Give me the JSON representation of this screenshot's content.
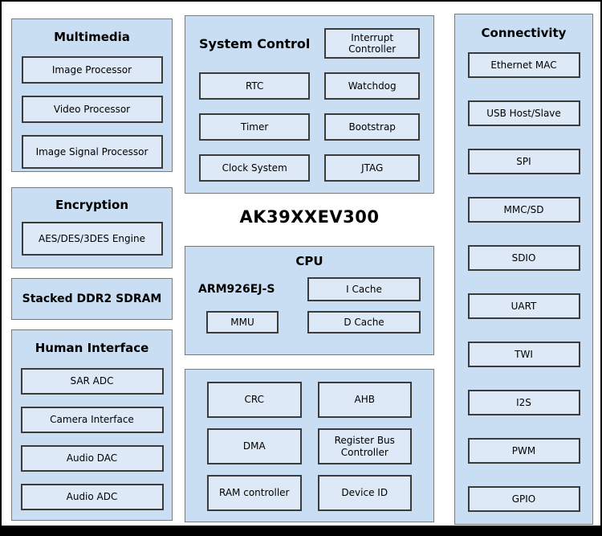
{
  "chip": {
    "title": "AK39XXEV300"
  },
  "blocks": {
    "multimedia": {
      "title": "Multimedia",
      "items": [
        "Image Processor",
        "Video Processor",
        "Image Signal Processor"
      ]
    },
    "encryption": {
      "title": "Encryption",
      "items": [
        "AES/DES/3DES Engine"
      ]
    },
    "sdram": {
      "title": "Stacked DDR2 SDRAM"
    },
    "human_interface": {
      "title": "Human Interface",
      "items": [
        "SAR ADC",
        "Camera Interface",
        "Audio DAC",
        "Audio ADC"
      ]
    },
    "system_control": {
      "title": "System Control",
      "items": [
        "Interrupt Controller",
        "RTC",
        "Watchdog",
        "Timer",
        "Bootstrap",
        "Clock System",
        "JTAG"
      ]
    },
    "cpu": {
      "title": "CPU",
      "core": "ARM926EJ-S",
      "items": [
        "I Cache",
        "MMU",
        "D Cache"
      ]
    },
    "bus": {
      "items": [
        "CRC",
        "AHB",
        "DMA",
        "Register Bus Controller",
        "RAM controller",
        "Device ID"
      ]
    },
    "connectivity": {
      "title": "Connectivity",
      "items": [
        "Ethernet MAC",
        "USB Host/Slave",
        "SPI",
        "MMC/SD",
        "SDIO",
        "UART",
        "TWI",
        "I2S",
        "PWM",
        "GPIO"
      ]
    }
  },
  "colors": {
    "block_bg": "#c9def3",
    "box_bg": "#dde9f7",
    "box_border": "#3b3b3b",
    "frame": "#000000"
  }
}
